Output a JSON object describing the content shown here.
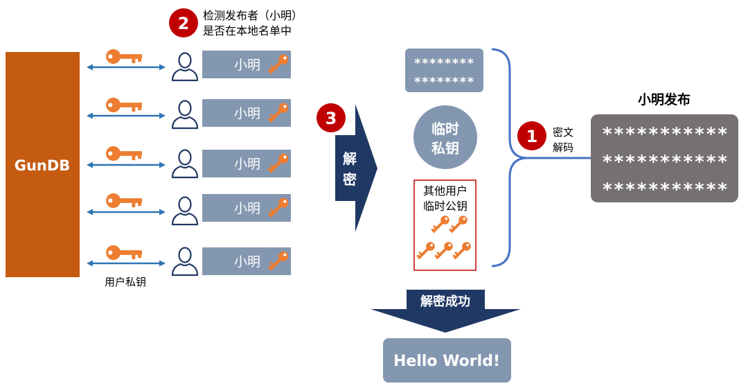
{
  "database": {
    "label": "GunDB"
  },
  "users": {
    "rows": [
      {
        "name": "小明"
      },
      {
        "name": "小明"
      },
      {
        "name": "小明"
      },
      {
        "name": "小明"
      },
      {
        "name": "小明"
      }
    ],
    "private_key_label": "用户私钥"
  },
  "step2": {
    "number": "2",
    "lines": [
      "检测发布者（小明）",
      "是否在本地名单中"
    ]
  },
  "step3": {
    "number": "3",
    "arrow_chars": [
      "解",
      "密"
    ]
  },
  "ciphertext_box": {
    "lines": [
      "********",
      "********"
    ]
  },
  "temp_private_key": {
    "lines": [
      "临时",
      "私钥"
    ]
  },
  "other_public_keys": {
    "lines": [
      "其他用户",
      "临时公钥"
    ]
  },
  "step1": {
    "number": "1",
    "lines": [
      "密文",
      "解码"
    ]
  },
  "publisher": {
    "title": "小明发布",
    "lines": [
      "***********",
      "***********",
      "***********"
    ]
  },
  "decrypt_success": {
    "label": "解密成功"
  },
  "result": {
    "label": "Hello World!"
  },
  "icons": {
    "key": "key-icon",
    "user": "user-icon",
    "link": "double-arrow-icon"
  },
  "colors": {
    "database": "#C55A11",
    "key": "#ED7D31",
    "slate_box": "#8497B0",
    "navy_arrow": "#203864",
    "step_badge": "#C00000",
    "link_arrow": "#2E75B6",
    "publisher_box": "#767171"
  }
}
